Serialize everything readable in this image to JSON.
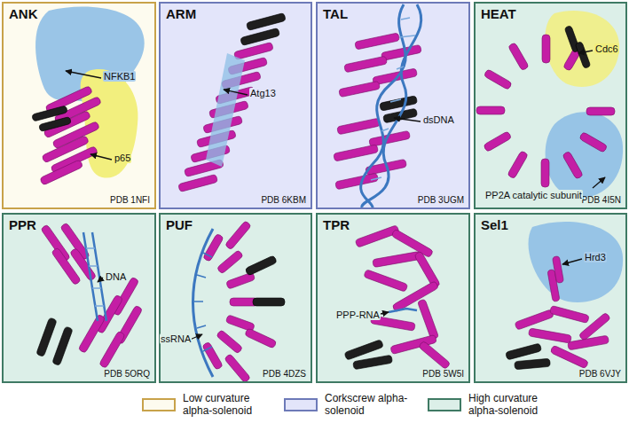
{
  "diagram": {
    "nodes": [
      {
        "text": [
          "ANK",
          "PDB 1NFI"
        ]
      },
      {
        "text": [
          "ARM",
          "PDB 6KBM"
        ]
      },
      {
        "text": [
          "TAL",
          "PDB 3UGM"
        ]
      },
      {
        "text": [
          "HEAT",
          "PDB 4I5N"
        ]
      },
      {
        "text": [
          "PPR",
          "PDB 5ORQ"
        ]
      },
      {
        "text": [
          "PUF",
          "PDB 4DZS"
        ]
      },
      {
        "text": [
          "TPR",
          "PDB 5W5I"
        ]
      },
      {
        "text": [
          "Sel1",
          "PDB 6VJY"
        ]
      }
    ],
    "labels": [
      "NFKB1",
      "p65",
      "Atg13",
      "dsDNA",
      "Cdc6",
      "PP2A catalytic subunit",
      "DNA",
      "ssRNA",
      "PPP-RNA",
      "Hrd3"
    ],
    "legend": [
      {
        "text": "Low curvature alpha-solenoid",
        "color": "#fdfbef"
      },
      {
        "text": "Corkscrew alpha-solenoid",
        "color": "#e3e5fa"
      },
      {
        "text": "High curvature alpha-solenoid",
        "color": "#dcefe8"
      }
    ]
  }
}
